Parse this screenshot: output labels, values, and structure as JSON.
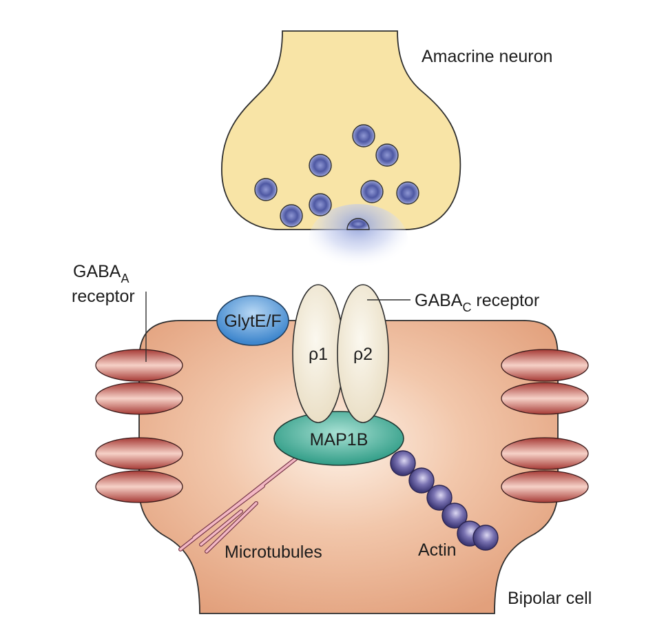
{
  "labels": {
    "amacrine": "Amacrine neuron",
    "gaba_a_main": "GABA",
    "gaba_a_sub": "A",
    "gaba_a_line2": "receptor",
    "gaba_c_main": "GABA",
    "gaba_c_sub": "C",
    "gaba_c_suffix": " receptor",
    "glyt": "GlytE/F",
    "rho1": "ρ1",
    "rho2": "ρ2",
    "map1b": "MAP1B",
    "microtubules": "Microtubules",
    "actin": "Actin",
    "bipolar": "Bipolar cell"
  },
  "colors": {
    "amacrine_fill": "#f8e4a6",
    "bipolar_fill": "#e6a784",
    "vesicle": "#5a64aa",
    "gaba_a_receptor": "#b8453f",
    "rho_subunit": "#f3ecda",
    "glyt": "#4d91d1",
    "map1b": "#3aa58f",
    "actin": "#58528f",
    "microtubule": "#c96a82"
  },
  "icons": {
    "vesicle": "synaptic-vesicle-icon",
    "receptor": "gaba-a-receptor-icon",
    "actin_bead": "actin-bead-icon"
  }
}
